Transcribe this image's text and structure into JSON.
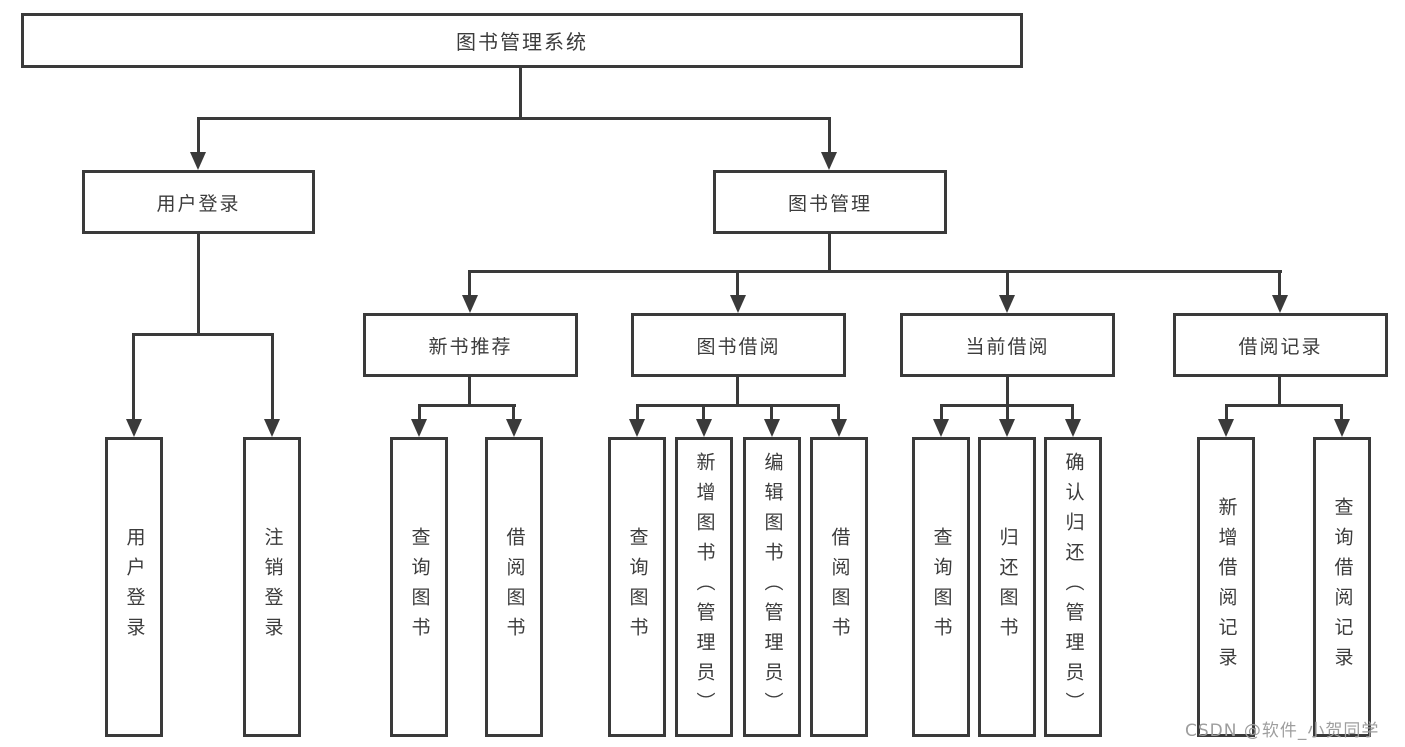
{
  "diagram": {
    "root": "图书管理系统",
    "level2": [
      "用户登录",
      "图书管理"
    ],
    "level3": [
      "新书推荐",
      "图书借阅",
      "当前借阅",
      "借阅记录"
    ],
    "leaves": {
      "user_login": [
        "用户登录",
        "注销登录"
      ],
      "new_books": [
        "查询图书",
        "借阅图书"
      ],
      "book_borrow": [
        "查询图书",
        "新增图书（管理员）",
        "编辑图书（管理员）",
        "借阅图书"
      ],
      "current_borrow": [
        "查询图书",
        "归还图书",
        "确认归还（管理员）"
      ],
      "borrow_records": [
        "新增借阅记录",
        "查询借阅记录"
      ]
    }
  },
  "watermark": "CSDN @软件_小贺同学",
  "colors": {
    "line": "#3a3a3a",
    "text": "#3c3c3c",
    "background": "#ffffff",
    "watermark": "#9e9e9e"
  }
}
